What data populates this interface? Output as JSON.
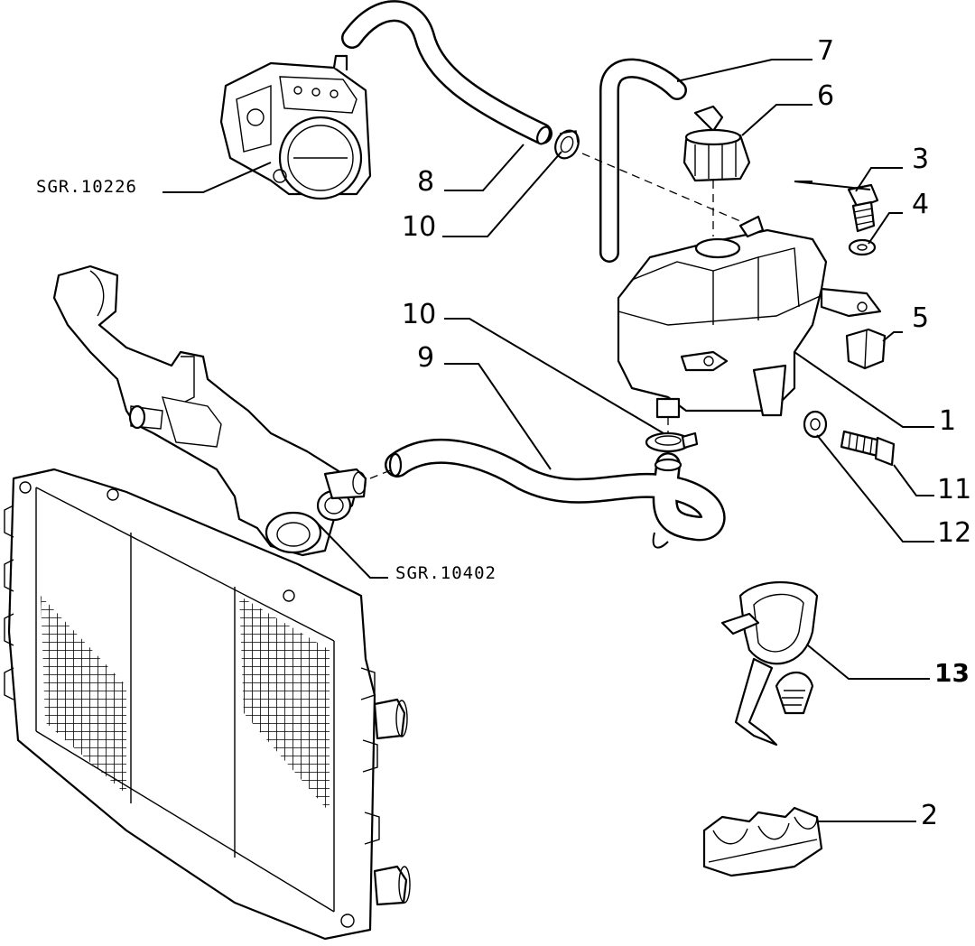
{
  "callouts": {
    "c1": "1",
    "c2": "2",
    "c3": "3",
    "c4": "4",
    "c5": "5",
    "c6": "6",
    "c7": "7",
    "c8": "8",
    "c9": "9",
    "c10a": "10",
    "c10b": "10",
    "c11": "11",
    "c12": "12",
    "c13": "13"
  },
  "references": {
    "throttle": "SGR.10226",
    "pipe": "SGR.10402"
  }
}
